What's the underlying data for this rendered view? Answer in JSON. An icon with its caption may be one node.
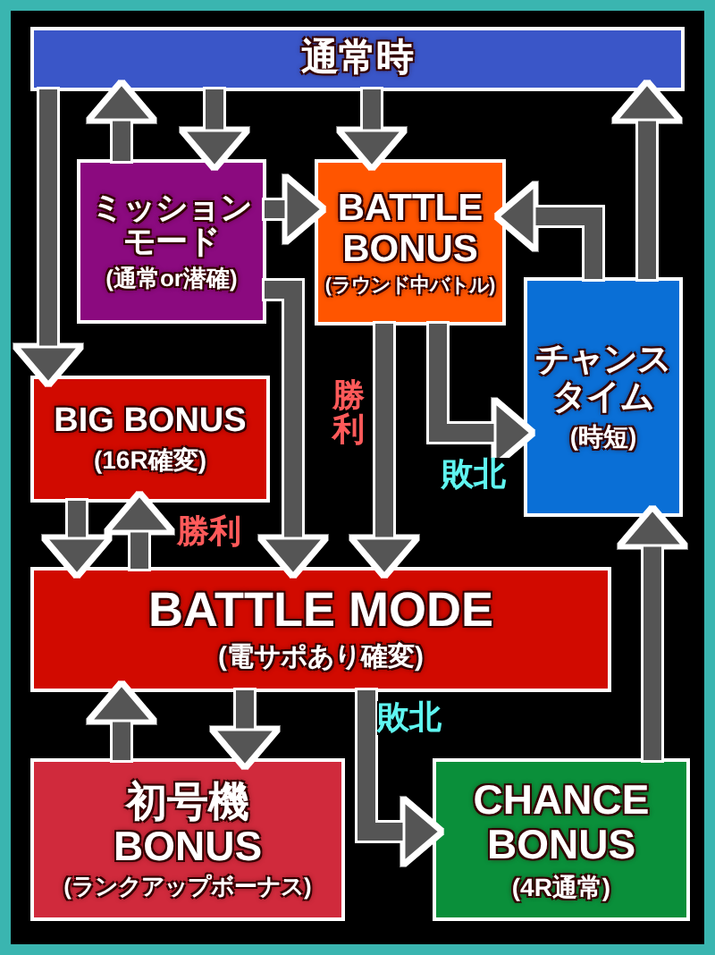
{
  "diagram": {
    "nodes": [
      {
        "text": [
          "通常時"
        ]
      },
      {
        "text": [
          "ミッションモード",
          "(通常or潜確)"
        ]
      },
      {
        "text": [
          "BATTLE BONUS",
          "(ラウンド中バトル)"
        ]
      },
      {
        "text": [
          "チャンスタイム",
          "(時短)"
        ]
      },
      {
        "text": [
          "BIG BONUS",
          "(16R確変)"
        ]
      },
      {
        "text": [
          "BATTLE MODE",
          "(電サポあり確変)"
        ]
      },
      {
        "text": [
          "初号機BONUS",
          "(ランクアップボーナス)"
        ]
      },
      {
        "text": [
          "CHANCE BONUS",
          "(4R通常)"
        ]
      }
    ],
    "edges": [
      {
        "from": 0,
        "to": 4,
        "arrow": "to"
      },
      {
        "from": 1,
        "to": 0,
        "arrow": "to"
      },
      {
        "from": 0,
        "to": 1,
        "arrow": "to"
      },
      {
        "from": 0,
        "to": 2,
        "arrow": "to"
      },
      {
        "from": 1,
        "to": 2,
        "arrow": "to"
      },
      {
        "from": 3,
        "to": 2,
        "arrow": "to"
      },
      {
        "from": 3,
        "to": 0,
        "arrow": "to"
      },
      {
        "from": 1,
        "to": 5,
        "arrow": "to"
      },
      {
        "from": 2,
        "to": 5,
        "arrow": "to",
        "label": "勝利"
      },
      {
        "from": 2,
        "to": 3,
        "arrow": "to",
        "label": "敗北"
      },
      {
        "from": 4,
        "to": 5,
        "arrow": "to"
      },
      {
        "from": 5,
        "to": 4,
        "arrow": "to",
        "label": "勝利"
      },
      {
        "from": 6,
        "to": 5,
        "arrow": "to"
      },
      {
        "from": 5,
        "to": 6,
        "arrow": "to"
      },
      {
        "from": 5,
        "to": 7,
        "arrow": "to",
        "label": "敗北"
      },
      {
        "from": 7,
        "to": 3,
        "arrow": "to"
      }
    ]
  }
}
